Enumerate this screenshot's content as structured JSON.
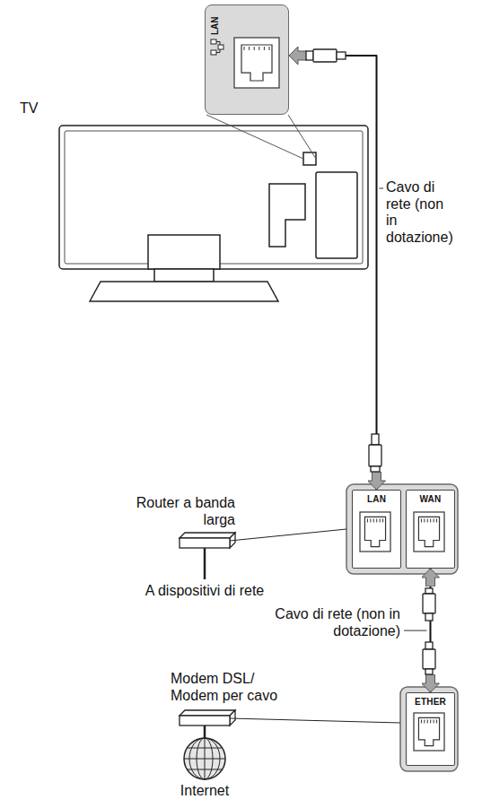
{
  "diagram": {
    "nodes": [
      {
        "text": [
          "LAN"
        ]
      },
      {
        "text": [
          "LAN"
        ]
      },
      {
        "text": [
          "WAN"
        ]
      },
      {
        "text": [
          "ETHER"
        ]
      }
    ],
    "edges": [
      {
        "from": 0,
        "to": 1,
        "arrow": "both",
        "label": "Cavo di rete (non in dotazione)"
      },
      {
        "from": 2,
        "to": 3,
        "arrow": "both",
        "label": "Cavo di rete (non in dotazione)"
      }
    ],
    "labels": [
      "TV",
      "Router a banda larga",
      "A dispositivi di rete",
      "Modem DSL/ Modem per cavo",
      "Internet"
    ]
  }
}
